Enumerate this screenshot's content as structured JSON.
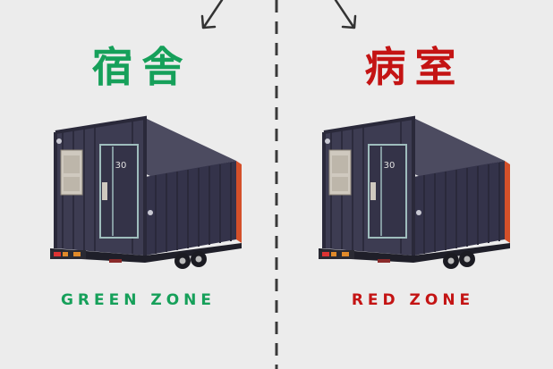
{
  "left": {
    "title": "宿舎",
    "zone": "GREEN ZONE",
    "door_number": "30",
    "accent_color": "#16a05a"
  },
  "right": {
    "title": "病室",
    "zone": "RED ZONE",
    "door_number": "30",
    "accent_color": "#c41414"
  },
  "icons": {
    "arrow": "arrow-down-left-icon",
    "arrow_right": "arrow-down-right-icon"
  },
  "colors": {
    "background": "#ececec",
    "container": "#3b3a4d",
    "divider": "#3a3a3a"
  }
}
